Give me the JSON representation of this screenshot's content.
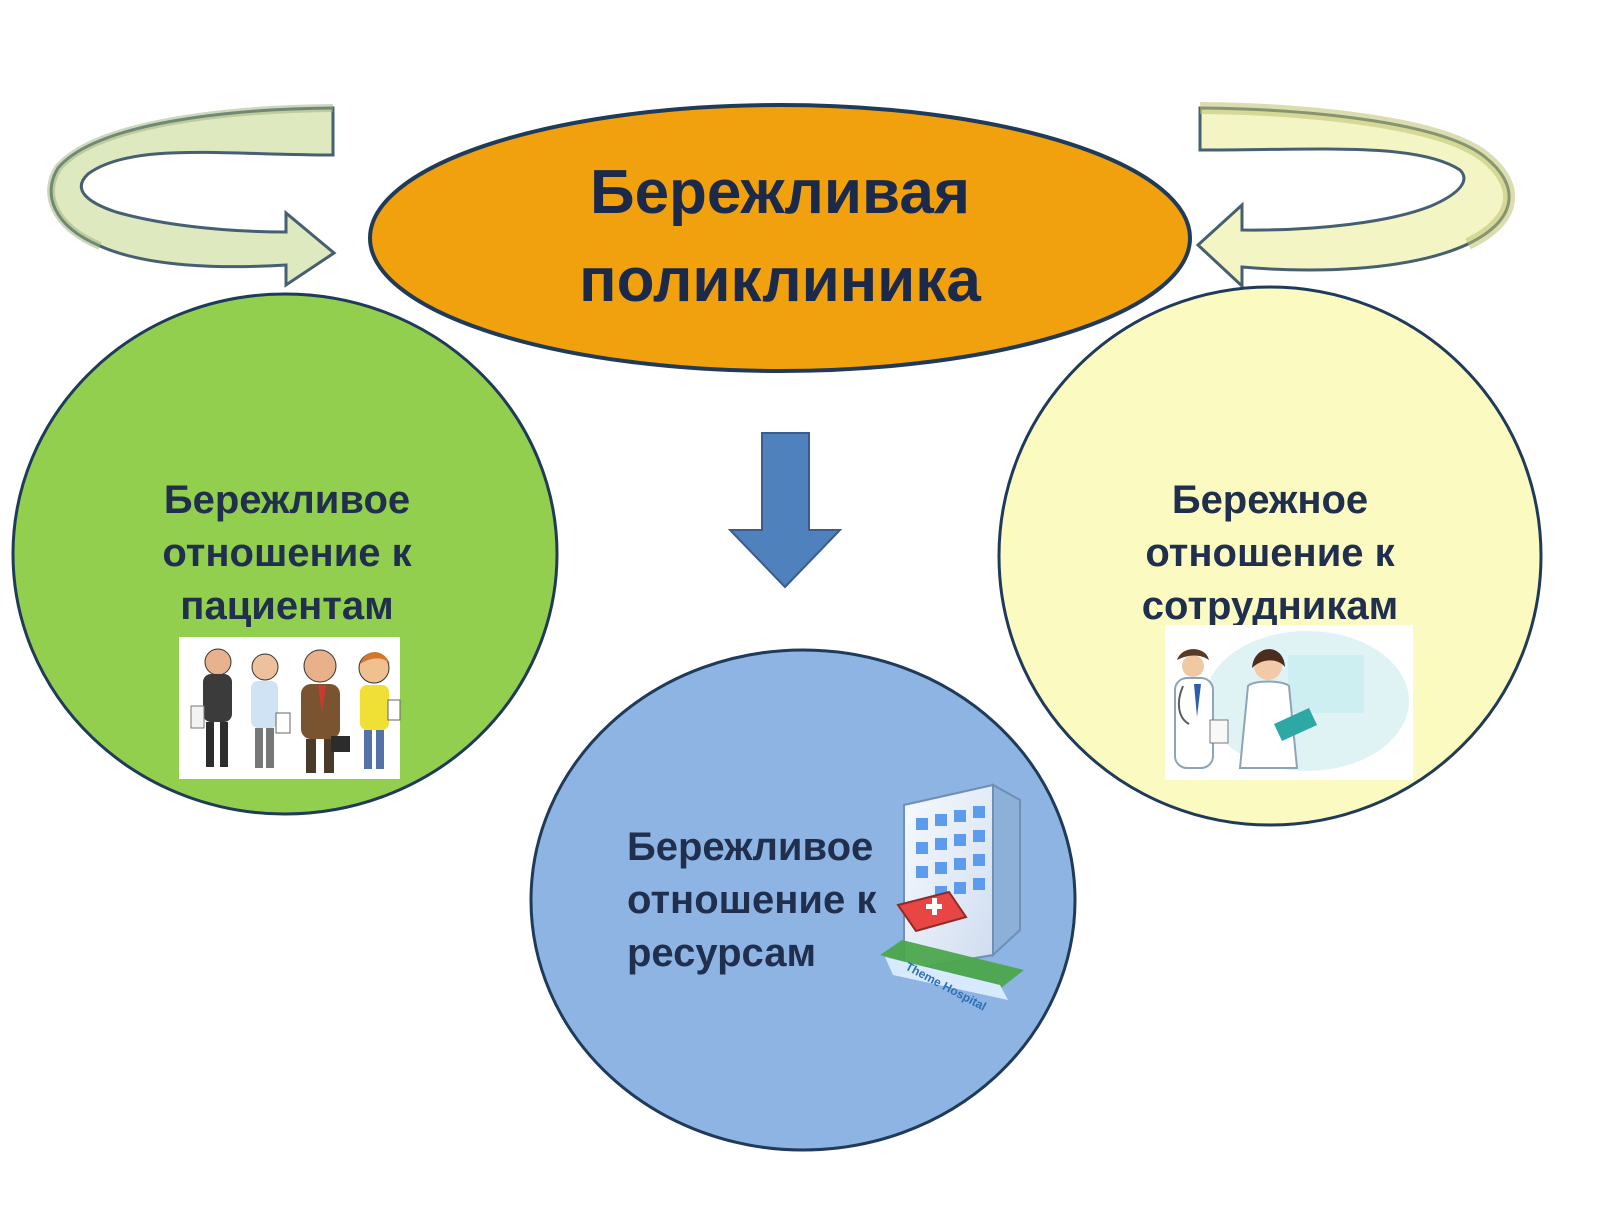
{
  "title": {
    "lines": [
      "Бережливая",
      "поликлиника"
    ],
    "fill": "#f0a10d",
    "stroke": "#1f3b59"
  },
  "nodes": {
    "patients": {
      "lines": [
        "Бережливое",
        "отношение к",
        "пациентам"
      ],
      "fill": "#93cf4f",
      "icon": "people-icon"
    },
    "resources": {
      "lines": [
        "Бережливое",
        "отношение к",
        "ресурсам"
      ],
      "fill": "#8db4e3",
      "icon": "hospital-building-icon",
      "logo_caption": "Theme Hospital"
    },
    "staff": {
      "lines": [
        "Бережное",
        "отношение к",
        "сотрудникам"
      ],
      "fill": "#fbfbc1",
      "icon": "medical-staff-icon"
    }
  },
  "arrows": {
    "down_fill": "#4f81bd",
    "left_curve_fill": "#dfe9bf",
    "right_curve_fill": "#f3f5c5"
  }
}
